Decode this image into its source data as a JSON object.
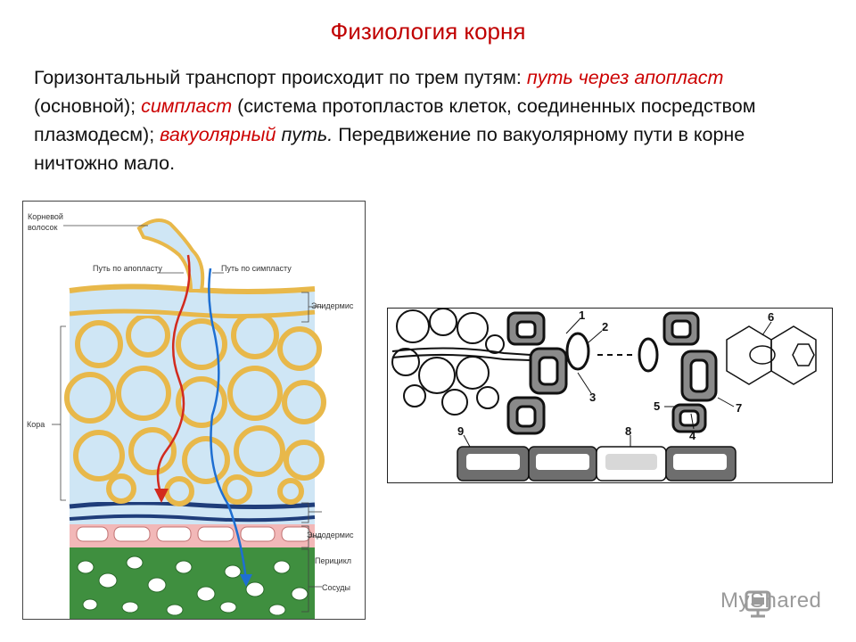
{
  "slide": {
    "title": "Физиология корня",
    "paragraph": {
      "p1": "Горизонтальный транспорт происходит по трем путям: ",
      "hl1": "путь через апопласт",
      "p2": " (основной); ",
      "hl2": "симпласт",
      "p3": " (система протопластов клеток, соединенных посредством плазмодесм); ",
      "hl3": "вакуолярный",
      "p4": " ",
      "hl4": "путь.",
      "p5": " Передвижение по вакуолярному пути в корне ничтожно мало."
    }
  },
  "root_figure": {
    "label_root_hair_1": "Корневой",
    "label_root_hair_2": "волосок",
    "label_apoplast": "Путь по апопласту",
    "label_symplast": "Путь по симпласту",
    "label_epidermis": "Эпидермис",
    "label_cortex": "Кора",
    "label_endodermis": "Эндодермис",
    "label_pericycle": "Перицикл",
    "label_vessels": "Сосуды"
  },
  "schema_figure": {
    "numbers": [
      "1",
      "2",
      "3",
      "4",
      "5",
      "6",
      "7",
      "8",
      "9"
    ]
  },
  "watermark": {
    "text": "MyShared"
  },
  "colors": {
    "title": "#c00000",
    "highlight": "#cc0000",
    "cell_wall": "#e8b84a",
    "cell_fill": "#cfe6f5",
    "endodermis": "#1f3d7a",
    "pericycle": "#f2b8b8",
    "vessels": "#3f8f3f",
    "apoplast_path": "#d22a1e",
    "symplast_path": "#1e6fd2"
  }
}
